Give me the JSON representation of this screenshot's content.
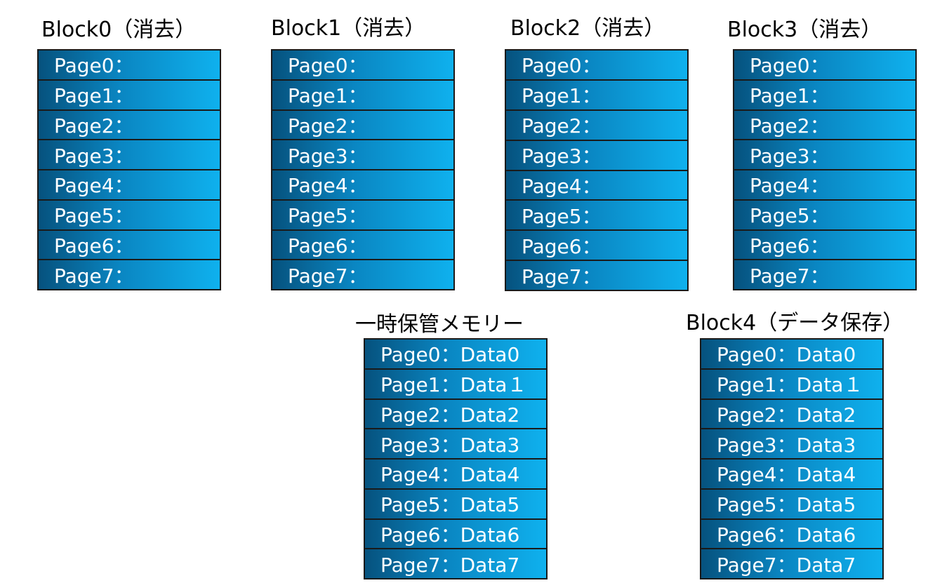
{
  "blocks": [
    {
      "name": "block-0",
      "title": "Block0（消去）",
      "pages": [
        "Page0：",
        "Page1：",
        "Page2：",
        "Page3：",
        "Page4：",
        "Page5：",
        "Page6：",
        "Page7："
      ]
    },
    {
      "name": "block-1",
      "title": "Block1（消去）",
      "pages": [
        "Page0：",
        "Page1：",
        "Page2：",
        "Page3：",
        "Page4：",
        "Page5：",
        "Page6：",
        "Page7："
      ]
    },
    {
      "name": "block-2",
      "title": "Block2（消去）",
      "pages": [
        "Page0：",
        "Page1：",
        "Page2：",
        "Page3：",
        "Page4：",
        "Page5：",
        "Page6：",
        "Page7："
      ]
    },
    {
      "name": "block-3",
      "title": "Block3（消去）",
      "pages": [
        "Page0：",
        "Page1：",
        "Page2：",
        "Page3：",
        "Page4：",
        "Page5：",
        "Page6：",
        "Page7："
      ]
    },
    {
      "name": "temp-memory",
      "title": "一時保管メモリー",
      "pages": [
        "Page0：Data0",
        "Page1：Data１",
        "Page2：Data2",
        "Page3：Data3",
        "Page4：Data4",
        "Page5：Data5",
        "Page6：Data6",
        "Page7：Data7"
      ]
    },
    {
      "name": "block-4",
      "title": "Block4（データ保存）",
      "pages": [
        "Page0：Data0",
        "Page1：Data１",
        "Page2：Data2",
        "Page3：Data3",
        "Page4：Data4",
        "Page5：Data5",
        "Page6：Data6",
        "Page7：Data7"
      ]
    }
  ]
}
